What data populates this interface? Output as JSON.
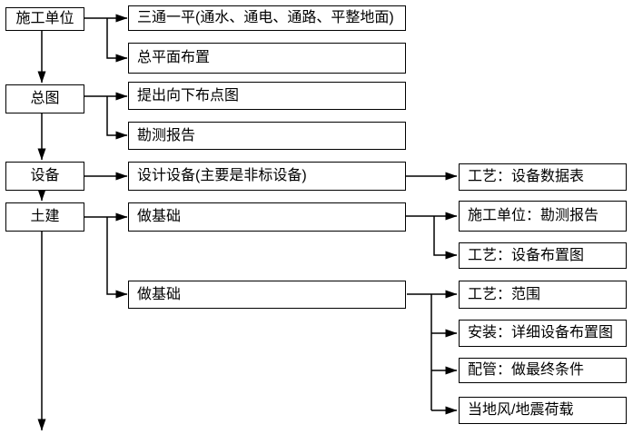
{
  "diagram": {
    "type": "flowchart",
    "colors": {
      "background": "#ffffff",
      "box_fill": "#ffffff",
      "box_border": "#000000",
      "line": "#000000",
      "text": "#000000"
    },
    "nodes": {
      "left": [
        {
          "id": "construction-unit",
          "label": "施工单位"
        },
        {
          "id": "general-plan",
          "label": "总图"
        },
        {
          "id": "equipment",
          "label": "设备"
        },
        {
          "id": "civil-works",
          "label": "土建"
        }
      ],
      "middle": [
        {
          "id": "three-supplies-one-leveling",
          "label": "三通一平(通水、通电、通路、平整地面)"
        },
        {
          "id": "general-layout-plan",
          "label": "总平面布置"
        },
        {
          "id": "downward-plot-plan",
          "label": "提出向下布点图"
        },
        {
          "id": "survey-report",
          "label": "勘测报告"
        },
        {
          "id": "design-equipment",
          "label": "设计设备(主要是非标设备)"
        },
        {
          "id": "foundation-1",
          "label": "做基础"
        },
        {
          "id": "foundation-2",
          "label": "做基础"
        }
      ],
      "right": [
        {
          "id": "process-equipment-datasheet",
          "label": "工艺：设备数据表"
        },
        {
          "id": "construction-unit-survey-report",
          "label": "施工单位：勘测报告"
        },
        {
          "id": "process-equipment-layout",
          "label": "工艺：设备布置图"
        },
        {
          "id": "process-scope",
          "label": "工艺：范围"
        },
        {
          "id": "installation-detailed-equipment-layout",
          "label": "安装：详细设备布置图"
        },
        {
          "id": "piping-final-conditions",
          "label": "配管：做最终条件"
        },
        {
          "id": "local-wind-seismic-loads",
          "label": "当地风/地震荷载"
        }
      ]
    },
    "edges": [
      {
        "from": "construction-unit",
        "to": "three-supplies-one-leveling"
      },
      {
        "from": "construction-unit",
        "to": "general-layout-plan"
      },
      {
        "from": "construction-unit",
        "to": "general-plan"
      },
      {
        "from": "general-plan",
        "to": "downward-plot-plan"
      },
      {
        "from": "general-plan",
        "to": "survey-report"
      },
      {
        "from": "general-plan",
        "to": "equipment"
      },
      {
        "from": "equipment",
        "to": "design-equipment"
      },
      {
        "from": "equipment",
        "to": "civil-works"
      },
      {
        "from": "civil-works",
        "to": "foundation-1"
      },
      {
        "from": "civil-works",
        "to": "foundation-2"
      },
      {
        "from": "civil-works",
        "to": "continues-downward"
      },
      {
        "from": "design-equipment",
        "to": "process-equipment-datasheet"
      },
      {
        "from": "foundation-1",
        "to": "construction-unit-survey-report"
      },
      {
        "from": "foundation-1",
        "to": "process-equipment-layout"
      },
      {
        "from": "foundation-2",
        "to": "process-scope"
      },
      {
        "from": "foundation-2",
        "to": "installation-detailed-equipment-layout"
      },
      {
        "from": "foundation-2",
        "to": "piping-final-conditions"
      },
      {
        "from": "foundation-2",
        "to": "local-wind-seismic-loads"
      }
    ]
  }
}
